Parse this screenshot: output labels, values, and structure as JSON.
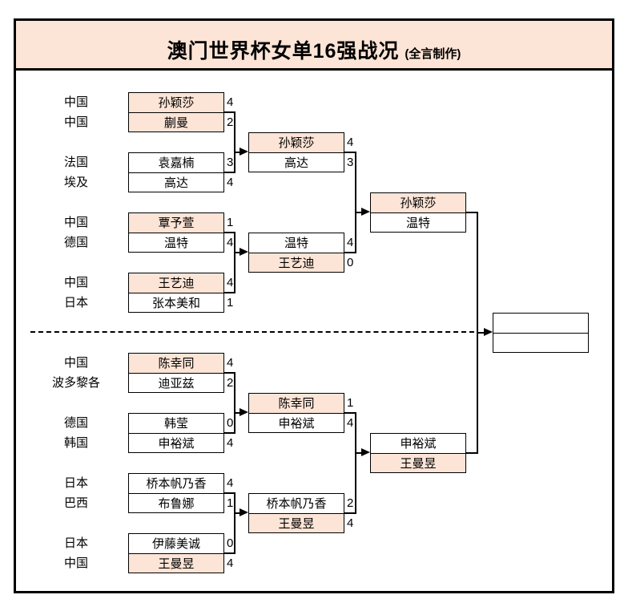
{
  "title": {
    "main": "澳门世界杯女单16强战况",
    "credit": "(全言制作)"
  },
  "colors": {
    "highlight": "#fce4d6",
    "line": "#000000"
  },
  "round1": [
    {
      "country_top": "中国",
      "name_top": "孙颖莎",
      "score_top": "4",
      "hl_top": true,
      "country_bot": "中国",
      "name_bot": "蒯曼",
      "score_bot": "2",
      "hl_bot": true
    },
    {
      "country_top": "法国",
      "name_top": "袁嘉楠",
      "score_top": "3",
      "hl_top": false,
      "country_bot": "埃及",
      "name_bot": "高达",
      "score_bot": "4",
      "hl_bot": false
    },
    {
      "country_top": "中国",
      "name_top": "覃予萱",
      "score_top": "1",
      "hl_top": true,
      "country_bot": "德国",
      "name_bot": "温特",
      "score_bot": "4",
      "hl_bot": false
    },
    {
      "country_top": "中国",
      "name_top": "王艺迪",
      "score_top": "4",
      "hl_top": true,
      "country_bot": "日本",
      "name_bot": "张本美和",
      "score_bot": "1",
      "hl_bot": false
    },
    {
      "country_top": "中国",
      "name_top": "陈幸同",
      "score_top": "4",
      "hl_top": true,
      "country_bot": "波多黎各",
      "name_bot": "迪亚兹",
      "score_bot": "2",
      "hl_bot": false
    },
    {
      "country_top": "德国",
      "name_top": "韩莹",
      "score_top": "0",
      "hl_top": false,
      "country_bot": "韩国",
      "name_bot": "申裕斌",
      "score_bot": "4",
      "hl_bot": false
    },
    {
      "country_top": "日本",
      "name_top": "桥本帆乃香",
      "score_top": "4",
      "hl_top": false,
      "country_bot": "巴西",
      "name_bot": "布鲁娜",
      "score_bot": "1",
      "hl_bot": false
    },
    {
      "country_top": "日本",
      "name_top": "伊藤美诚",
      "score_top": "0",
      "hl_top": false,
      "country_bot": "中国",
      "name_bot": "王曼昱",
      "score_bot": "4",
      "hl_bot": true
    }
  ],
  "quarterfinals": [
    {
      "name_top": "孙颖莎",
      "score_top": "4",
      "hl_top": true,
      "name_bot": "高达",
      "score_bot": "3",
      "hl_bot": false
    },
    {
      "name_top": "温特",
      "score_top": "4",
      "hl_top": false,
      "name_bot": "王艺迪",
      "score_bot": "0",
      "hl_bot": true
    },
    {
      "name_top": "陈幸同",
      "score_top": "1",
      "hl_top": true,
      "name_bot": "申裕斌",
      "score_bot": "4",
      "hl_bot": false
    },
    {
      "name_top": "桥本帆乃香",
      "score_top": "2",
      "hl_top": false,
      "name_bot": "王曼昱",
      "score_bot": "4",
      "hl_bot": true
    }
  ],
  "semifinals": [
    {
      "name_top": "孙颖莎",
      "hl_top": true,
      "name_bot": "温特",
      "hl_bot": false
    },
    {
      "name_top": "申裕斌",
      "hl_top": false,
      "name_bot": "王曼昱",
      "hl_bot": true
    }
  ],
  "final": {
    "name_top": "",
    "name_bot": ""
  }
}
